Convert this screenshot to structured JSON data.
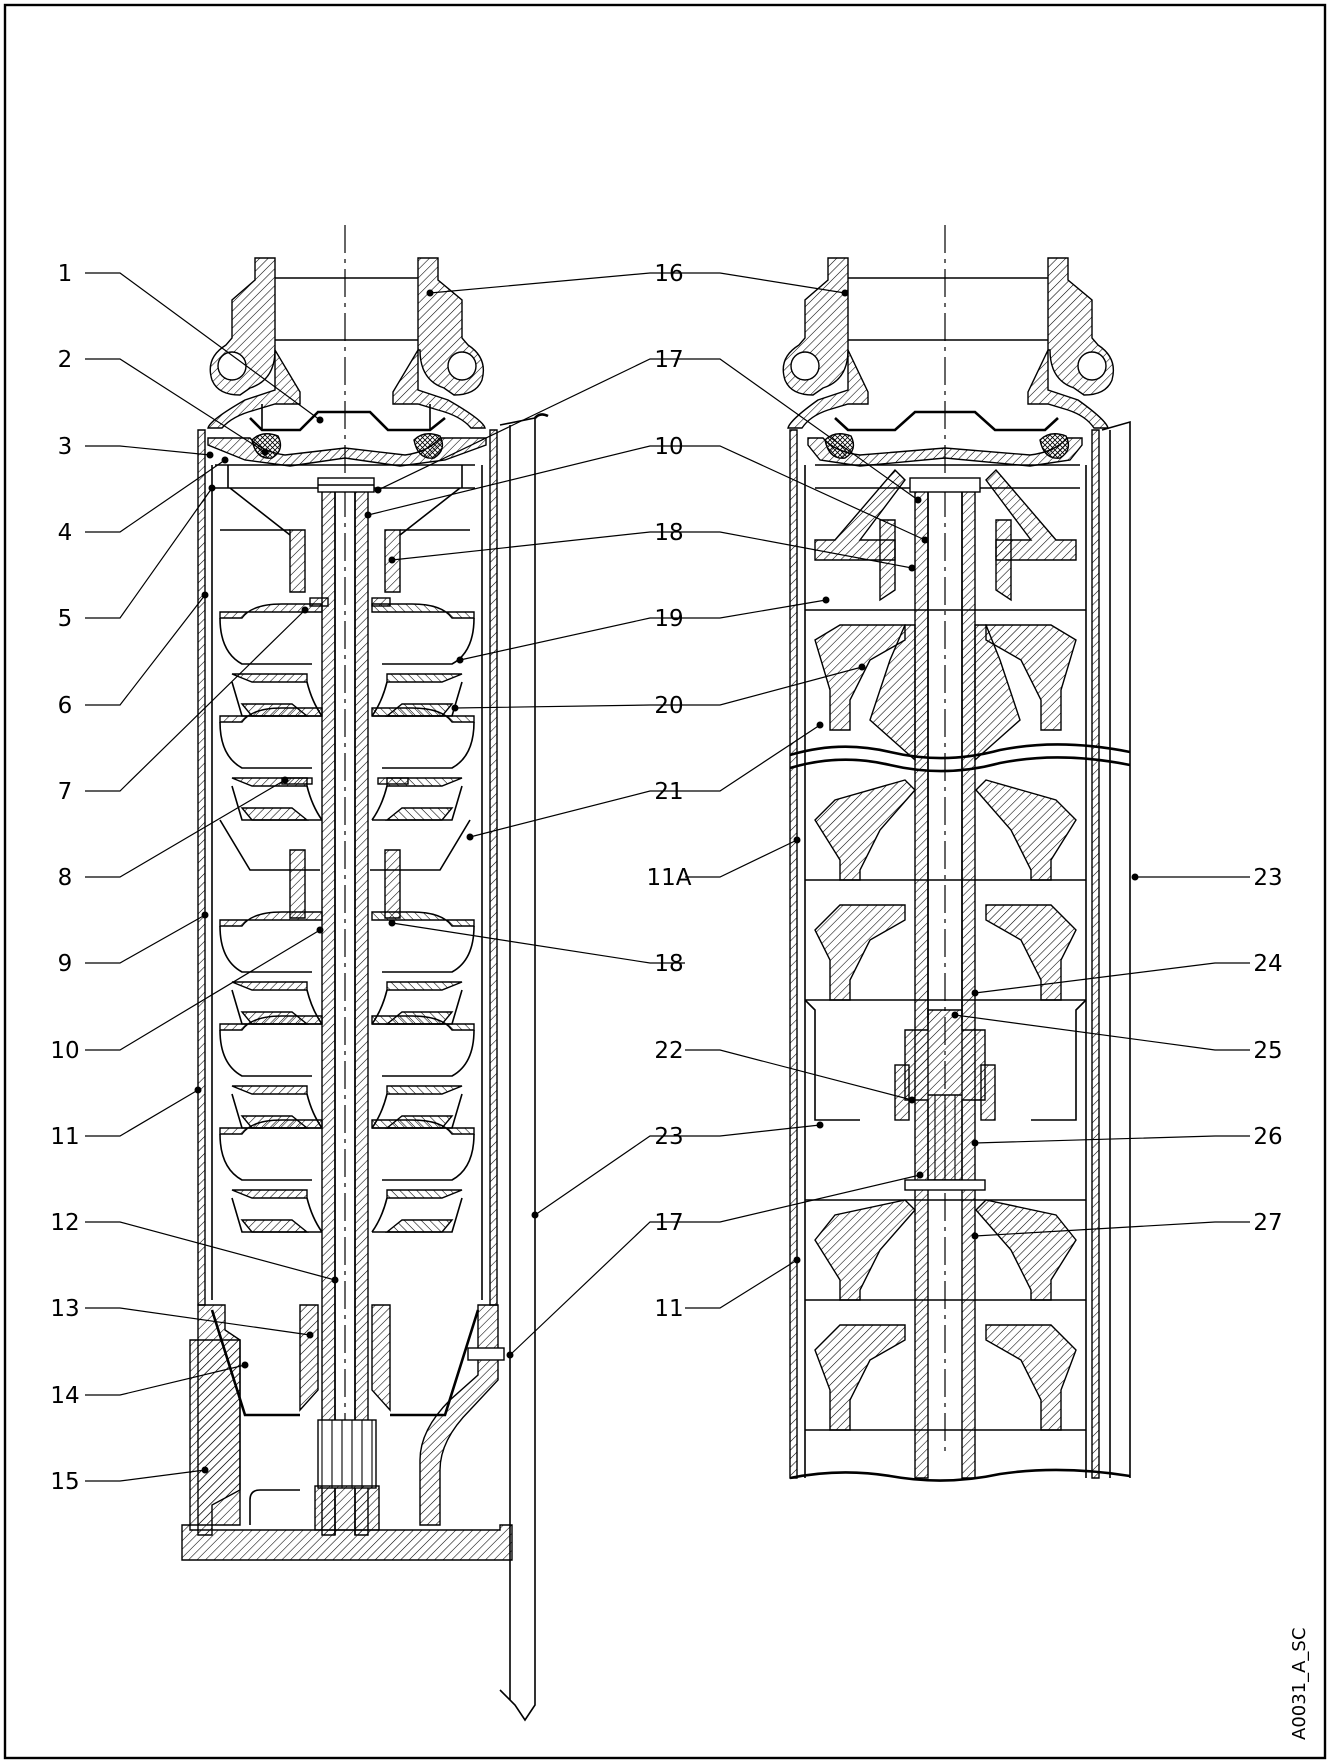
{
  "callouts_left_column": [
    "1",
    "2",
    "3",
    "4",
    "5",
    "6",
    "7",
    "8",
    "9",
    "10",
    "11",
    "12",
    "13",
    "14",
    "15"
  ],
  "callouts_middle_column": [
    "16",
    "17",
    "10",
    "18",
    "19",
    "20",
    "21",
    "11A",
    "18",
    "22",
    "23",
    "17",
    "11"
  ],
  "callouts_right_column": [
    "23",
    "24",
    "25",
    "26",
    "27"
  ],
  "drawing_code": "A0031_A_SC"
}
